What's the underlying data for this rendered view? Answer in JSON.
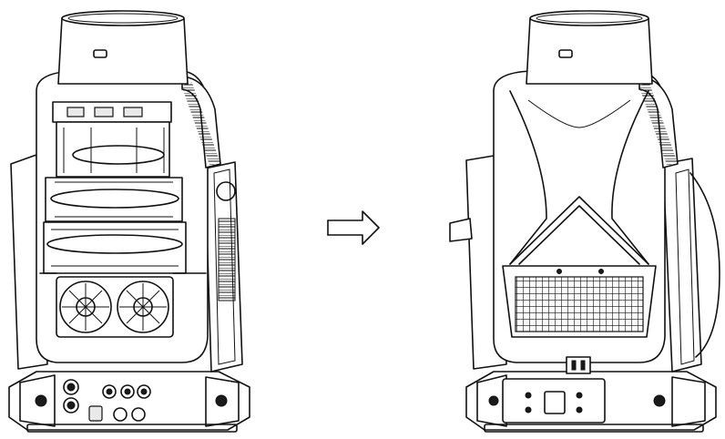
{
  "figure": {
    "left_unit": {
      "view": "open-cover",
      "parts": [
        "head",
        "yoke-arm",
        "fan",
        "base",
        "connectors"
      ]
    },
    "arrow": {
      "icon": "right-arrow-icon"
    },
    "right_unit": {
      "view": "closed-cover",
      "parts": [
        "head",
        "yoke-arm",
        "rear-vent",
        "base",
        "control-panel"
      ]
    }
  },
  "colors": {
    "line": "#111111",
    "background": "#ffffff"
  }
}
